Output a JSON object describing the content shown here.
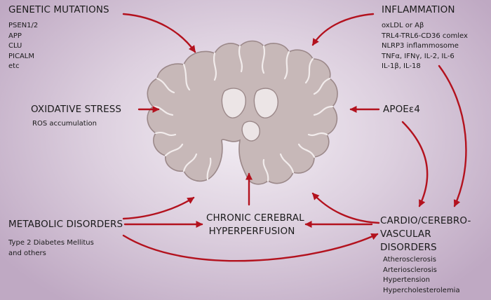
{
  "genetic": {
    "title": "GENETIC MUTATIONS",
    "items": [
      "PSEN1/2",
      "APP",
      "CLU",
      "PICALM",
      "etc"
    ]
  },
  "inflammation": {
    "title": "INFLAMMATION",
    "items": [
      "oxLDL or Aβ",
      "TRL4-TRL6-CD36 comlex",
      "NLRP3 inflammosome",
      "TNFα, IFNγ, IL-2, IL-6",
      "IL-1β, IL-18"
    ]
  },
  "oxidative": {
    "title": "OXIDATIVE STRESS",
    "items": [
      "ROS accumulation"
    ]
  },
  "apoe": {
    "title": "APOEε4"
  },
  "metabolic": {
    "title": "METABOLIC DISORDERS",
    "items": [
      "Type 2 Diabetes Mellitus",
      "and others"
    ]
  },
  "hypoperfusion": {
    "title_lines": [
      "CHRONIC CEREBRAL",
      "HYPERPERFUSION"
    ]
  },
  "cardio": {
    "title_lines": [
      "CARDIO/CEREBRO-",
      "VASCULAR",
      "DISORDERS"
    ],
    "items": [
      "Atherosclerosis",
      "Arteriosclerosis",
      "Hypertension",
      "Hypercholesterolemia"
    ]
  },
  "colors": {
    "arrow": "#b3121e",
    "brain_fill": "#c7b8b8",
    "brain_stroke": "#9b8889",
    "ventricle": "#ece5e6"
  }
}
